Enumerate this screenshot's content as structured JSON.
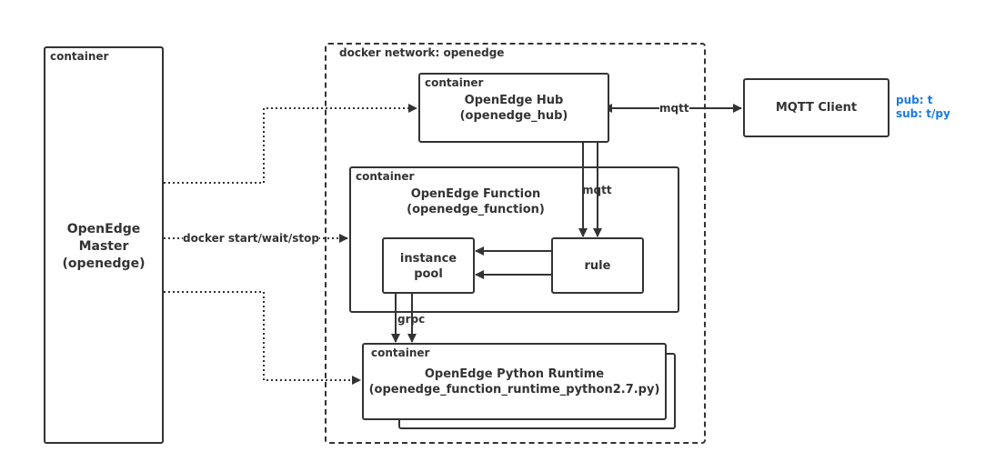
{
  "network": {
    "label": "docker network: openedge"
  },
  "master": {
    "tag": "container",
    "title_lines": [
      "OpenEdge",
      "Master",
      "(openedge)"
    ]
  },
  "hub": {
    "tag": "container",
    "title_lines": [
      "OpenEdge Hub",
      "(openedge_hub)"
    ]
  },
  "function": {
    "tag": "container",
    "title_lines": [
      "OpenEdge Function",
      "(openedge_function)"
    ]
  },
  "instance_pool": {
    "title_lines": [
      "instance",
      "pool"
    ]
  },
  "rule": {
    "title": "rule"
  },
  "runtime": {
    "tag": "container",
    "title_lines": [
      "OpenEdge Python Runtime",
      "(openedge_function_runtime_python2.7.py)"
    ]
  },
  "mqtt_client": {
    "title": "MQTT Client",
    "notes": [
      "pub: t",
      "sub: t/py"
    ],
    "note_color": "#1a7ae0"
  },
  "edges": {
    "hub_client": "mqtt",
    "hub_rule": "mqtt",
    "master_function": "docker start/wait/stop",
    "pool_runtime": "grpc"
  }
}
